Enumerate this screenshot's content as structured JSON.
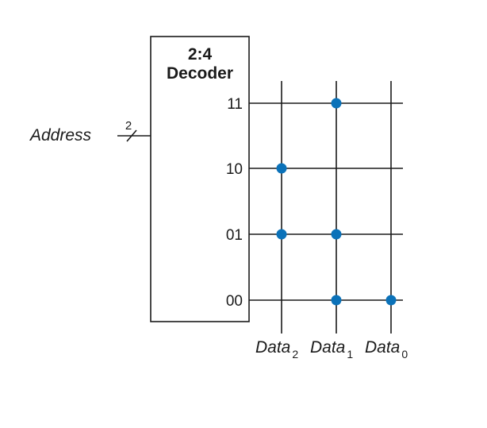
{
  "decoder": {
    "title_line1": "2:4",
    "title_line2": "Decoder"
  },
  "address": {
    "label": "Address",
    "bus_width": "2"
  },
  "rows": [
    {
      "label": "11",
      "bits": [
        0,
        1,
        0
      ]
    },
    {
      "label": "10",
      "bits": [
        1,
        0,
        0
      ]
    },
    {
      "label": "01",
      "bits": [
        1,
        1,
        0
      ]
    },
    {
      "label": "00",
      "bits": [
        0,
        1,
        1
      ]
    }
  ],
  "columns": [
    {
      "name": "Data",
      "sub": "2"
    },
    {
      "name": "Data",
      "sub": "1"
    },
    {
      "name": "Data",
      "sub": "0"
    }
  ],
  "colors": {
    "dot": "#0b72b9",
    "line": "#1a1a1a"
  }
}
